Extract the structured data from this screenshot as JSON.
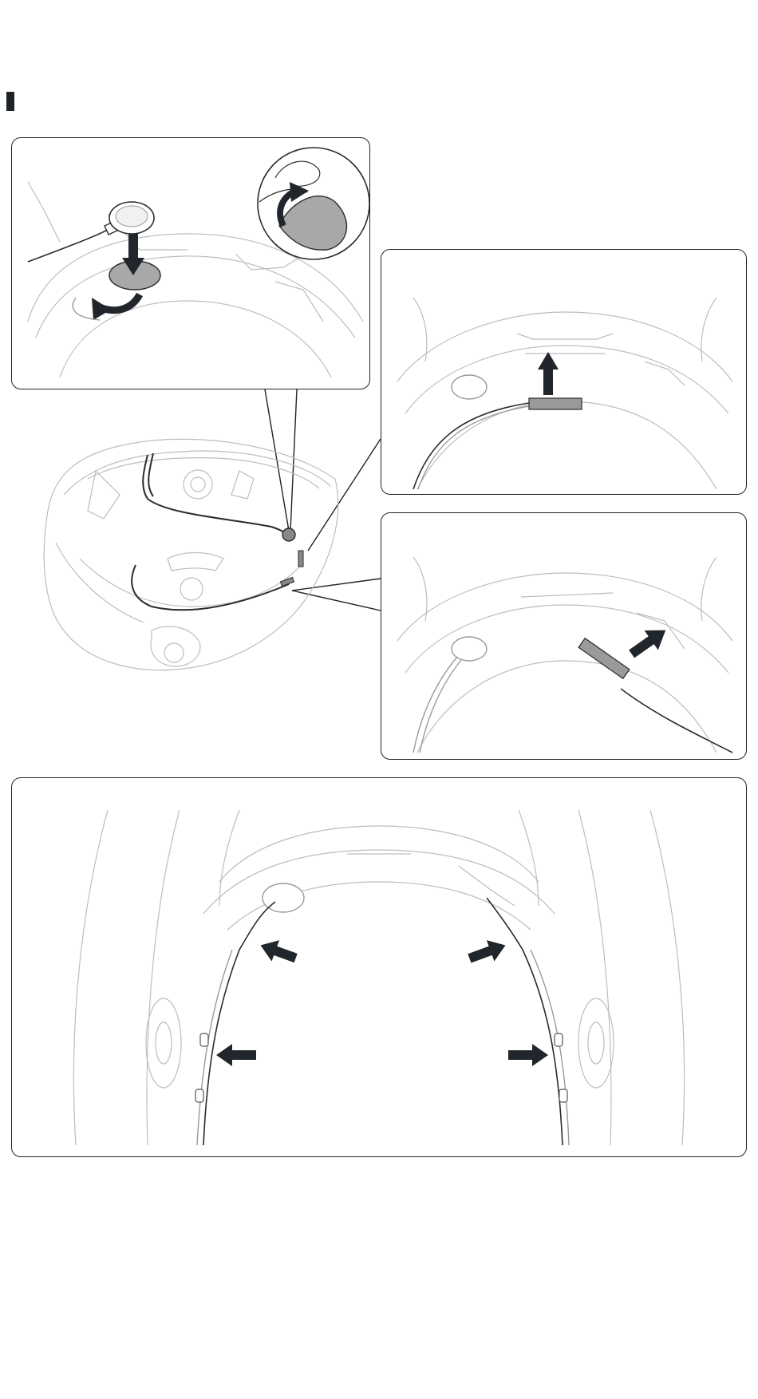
{
  "document": {
    "section_marker": "",
    "figure": "helmet-speaker-and-cable-installation"
  },
  "colors": {
    "outline": "#222222",
    "arrow": "#20262b",
    "pad_gray": "#a8a8a8",
    "line_light": "#bdbdbd"
  },
  "icons": [
    "down-arrow",
    "curved-arrow",
    "up-arrow",
    "diagonal-arrow",
    "left-arrow",
    "right-arrow"
  ]
}
